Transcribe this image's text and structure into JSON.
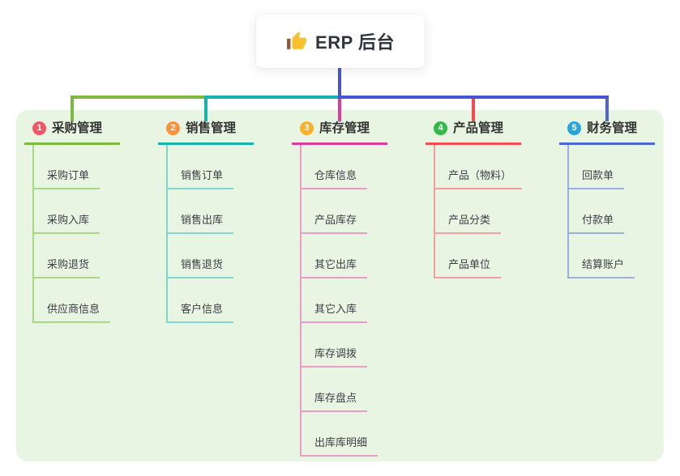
{
  "root": {
    "title": "ERP 后台",
    "icon": "thumbs-up"
  },
  "connector_color": "#4653D8",
  "panel_color": "#E8F5E2",
  "branches": [
    {
      "index": "1",
      "label": "采购管理",
      "badge_color": "#F25566",
      "line_color": "#7CB93E",
      "child_line_color": "#AAD782",
      "children": [
        "采购订单",
        "采购入库",
        "采购退货",
        "供应商信息"
      ]
    },
    {
      "index": "2",
      "label": "销售管理",
      "badge_color": "#F8923E",
      "line_color": "#14B5AE",
      "child_line_color": "#7FD6D0",
      "children": [
        "销售订单",
        "销售出库",
        "销售退货",
        "客户信息"
      ]
    },
    {
      "index": "3",
      "label": "库存管理",
      "badge_color": "#F9B02C",
      "line_color": "#DE3C9B",
      "child_line_color": "#EC9BCB",
      "children": [
        "仓库信息",
        "产品库存",
        "其它出库",
        "其它入库",
        "库存调拨",
        "库存盘点",
        "出库库明细"
      ]
    },
    {
      "index": "4",
      "label": "产品管理",
      "badge_color": "#34B94B",
      "line_color": "#F44A50",
      "child_line_color": "#F79CA0",
      "children": [
        "产品（物料）",
        "产品分类",
        "产品单位"
      ]
    },
    {
      "index": "5",
      "label": "财务管理",
      "badge_color": "#27A6DC",
      "line_color": "#4A66D2",
      "child_line_color": "#9AAEE0",
      "children": [
        "回款单",
        "付款单",
        "结算账户"
      ]
    }
  ]
}
